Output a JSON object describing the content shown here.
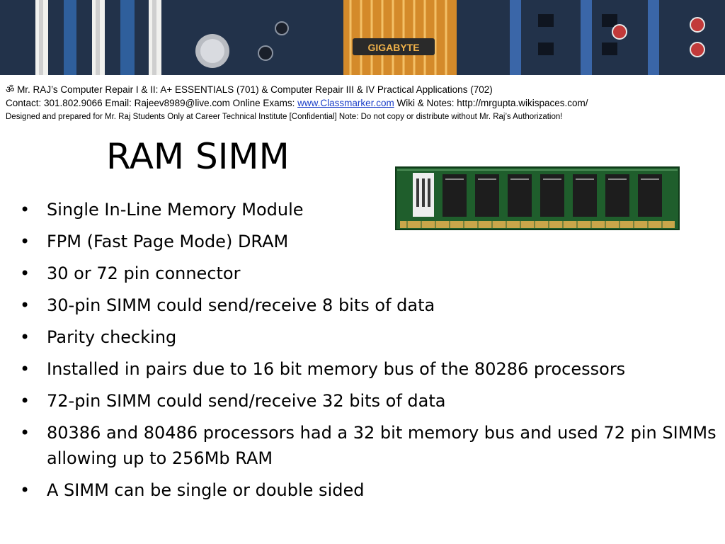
{
  "banner": {
    "brand_label": "GIGABYTE"
  },
  "header": {
    "line1": "ॐ Mr. RAJ’s Computer Repair I & II: A+ ESSENTIALS  (701) & Computer Repair III & IV Practical Applications (702)",
    "line2_prefix": "Contact: 301.802.9066 Email: Rajeev8989@live.com Online Exams: ",
    "line2_link": "www.Classmarker.com",
    "line2_suffix": "   Wiki & Notes: http://mrgupta.wikispaces.com/",
    "line3": "Designed and prepared for Mr. Raj Students Only at Career Technical Institute [Confidential] Note: Do not copy or distribute without Mr. Raj’s Authorization!"
  },
  "slide": {
    "title": "RAM SIMM",
    "bullet_symbol": "•",
    "bullets": [
      "Single In-Line Memory Module",
      "FPM (Fast Page Mode) DRAM",
      "30 or 72 pin connector",
      "30-pin SIMM could send/receive 8 bits of data",
      "Parity checking",
      "Installed in pairs due to 16 bit memory bus of the 80286 processors",
      "72-pin SIMM could send/receive 32 bits of data",
      "80386 and 80486 processors had a 32 bit memory bus and used 72 pin SIMMs allowing up to 256Mb RAM",
      "A SIMM can be single or double sided"
    ]
  },
  "colors": {
    "banner_base": "#243a57",
    "heatsink": "#d48a2a",
    "pcb_green": "#1f5e2c",
    "chip": "#1d1d1d",
    "gold_pins": "#c9a64a",
    "link": "#1a3ec8"
  }
}
